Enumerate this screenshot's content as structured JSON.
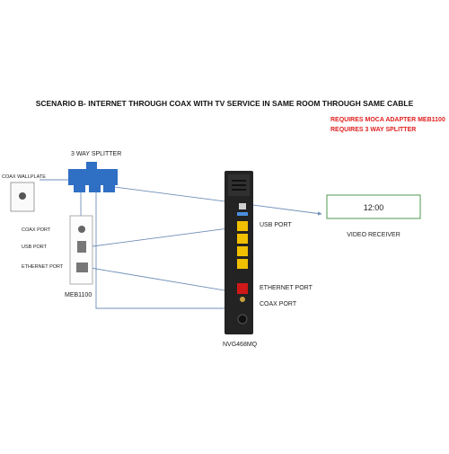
{
  "title": "SCENARIO B- INTERNET THROUGH COAX WITH TV SERVICE IN SAME ROOM THROUGH SAME CABLE",
  "requirements": [
    "REQUIRES MOCA ADAPTER MEB1100",
    "REQUIRES 3 WAY SPLITTER"
  ],
  "colors": {
    "requirement_text": "#e02020",
    "splitter": "#2f6fc4",
    "cable": "#6f8fb8",
    "router_body": "#232323",
    "router_lan_ports": "#f0c000",
    "router_wan_port": "#d01818"
  },
  "labels": {
    "splitter": "3 WAY SPLITTER",
    "wallplate": "COAX WALLPLATE",
    "adapter": "MEB1100",
    "router": "NVG468MQ",
    "receiver_screen": "12:00",
    "receiver": "VIDEO RECEIVER"
  },
  "adapter_ports": [
    "COAX PORT",
    "USB PORT",
    "ETHERNET  PORT"
  ],
  "router_ports": [
    "USB PORT",
    "ETHERNET PORT",
    "COAX PORT"
  ]
}
